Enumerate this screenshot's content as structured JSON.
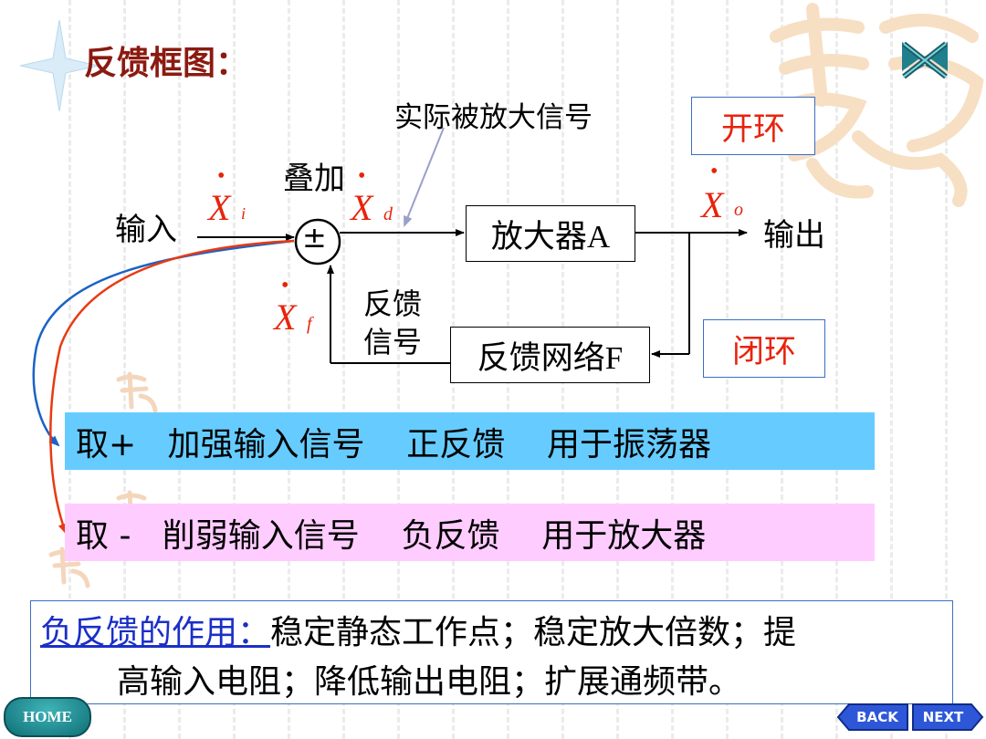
{
  "title": "反馈框图：",
  "diagram": {
    "signal_label": "实际被放大信号",
    "open_loop": "开环",
    "closed_loop": "闭环",
    "sum_label": "叠加",
    "input_label": "输入",
    "output_label": "输出",
    "sum_symbol": "±",
    "amp_label": "放大器A",
    "fb_network_label": "反馈网络F",
    "fb_signal_line1": "反馈",
    "fb_signal_line2": "信号",
    "xi": {
      "base": "X",
      "sub": "i"
    },
    "xd": {
      "base": "X",
      "sub": "d"
    },
    "xo": {
      "base": "X",
      "sub": "o"
    },
    "xf": {
      "base": "X",
      "sub": "f"
    },
    "dot": "•"
  },
  "positive_row": {
    "text": "取+   加强输入信号    正反馈    用于振荡器",
    "color": "#66ccff"
  },
  "negative_row": {
    "text": "取 -   削弱输入信号    负反馈    用于放大器",
    "color": "#ffccff"
  },
  "note": {
    "key": "负反馈的作用：",
    "line1": "稳定静态工作点；稳定放大倍数；提",
    "line2": "高输入电阻；降低输出电阻；扩展通频带。"
  },
  "nav": {
    "home": "HOME",
    "back": "BACK",
    "next": "NEXT"
  },
  "colors": {
    "title": "#8b1a10",
    "accent_red": "#e8230c",
    "arrow_blue": "#1c62c4",
    "arrow_red": "#e83a12",
    "nav_teal": "#0f7f86",
    "nav_blue": "#2e57d8"
  }
}
